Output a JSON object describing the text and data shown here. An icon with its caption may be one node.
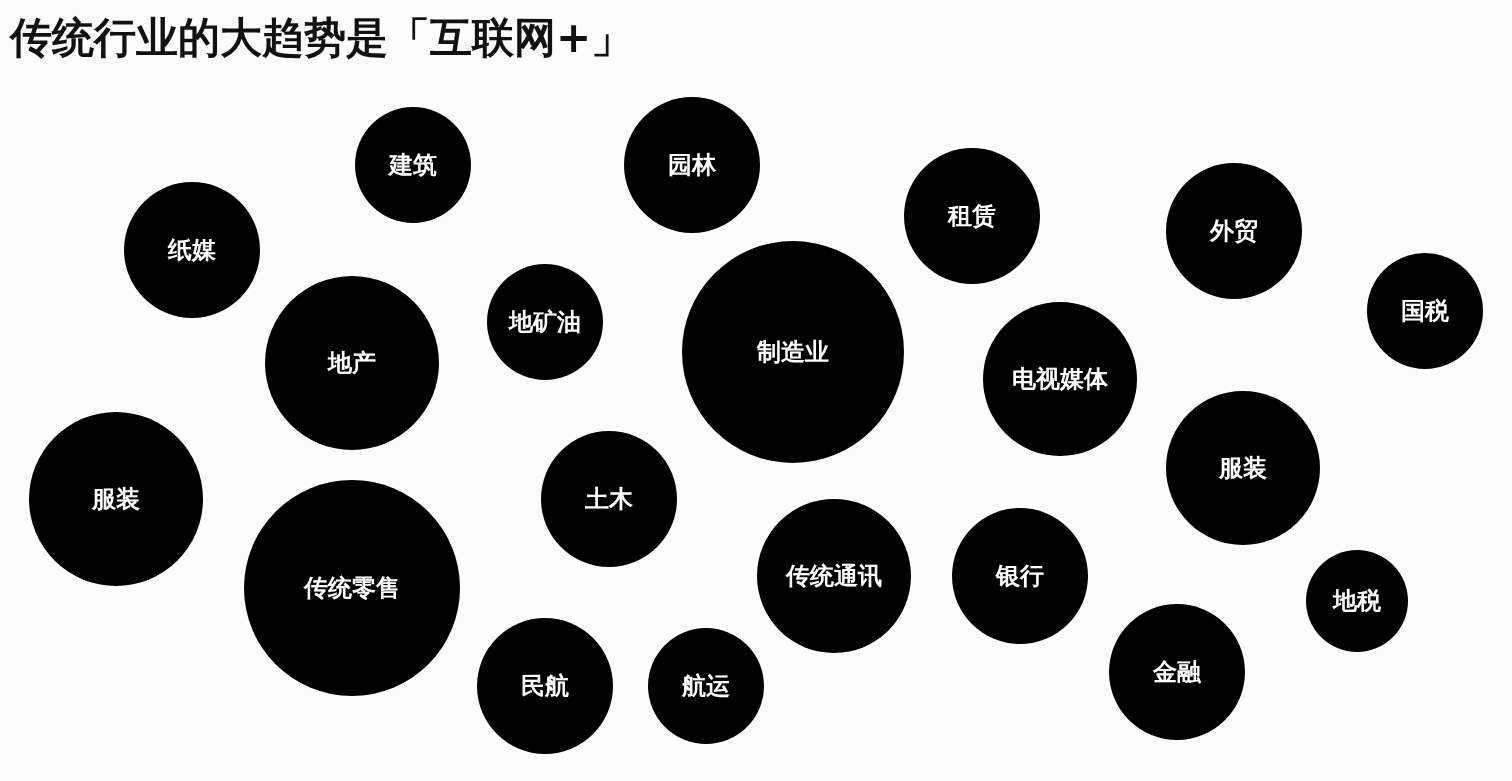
{
  "diagram": {
    "title": "传统行业的大趋势是「互联网+」",
    "nodes": [
      {
        "text": [
          "建筑"
        ]
      },
      {
        "text": [
          "园林"
        ]
      },
      {
        "text": [
          "租赁"
        ]
      },
      {
        "text": [
          "外贸"
        ]
      },
      {
        "text": [
          "纸媒"
        ]
      },
      {
        "text": [
          "国税"
        ]
      },
      {
        "text": [
          "地矿油"
        ]
      },
      {
        "text": [
          "制造业"
        ]
      },
      {
        "text": [
          "地产"
        ]
      },
      {
        "text": [
          "电视媒体"
        ]
      },
      {
        "text": [
          "服装"
        ]
      },
      {
        "text": [
          "服装"
        ]
      },
      {
        "text": [
          "土木"
        ]
      },
      {
        "text": [
          "传统通讯"
        ]
      },
      {
        "text": [
          "银行"
        ]
      },
      {
        "text": [
          "传统零售"
        ]
      },
      {
        "text": [
          "地税"
        ]
      },
      {
        "text": [
          "金融"
        ]
      },
      {
        "text": [
          "民航"
        ]
      },
      {
        "text": [
          "航运"
        ]
      }
    ]
  }
}
